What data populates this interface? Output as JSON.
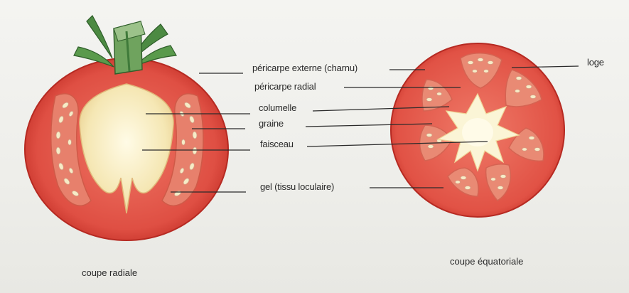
{
  "labels": {
    "pericarpe_externe": "péricarpe externe (charnu)",
    "pericarpe_radial": "péricarpe radial",
    "columelle": "columelle",
    "graine": "graine",
    "faisceau": "faisceau",
    "gel": "gel (tissu loculaire)",
    "loge": "loge"
  },
  "captions": {
    "radial": "coupe radiale",
    "equatoriale": "coupe équatoriale"
  },
  "colors": {
    "skin": "#c9302c",
    "flesh": "#e0574a",
    "gel": "#e88a78",
    "columella": "#f3e6b6",
    "center": "#fbf7dc",
    "seed": "#f5ecc8",
    "stem": "#3f7a3a",
    "stem_light": "#6fa35e"
  }
}
